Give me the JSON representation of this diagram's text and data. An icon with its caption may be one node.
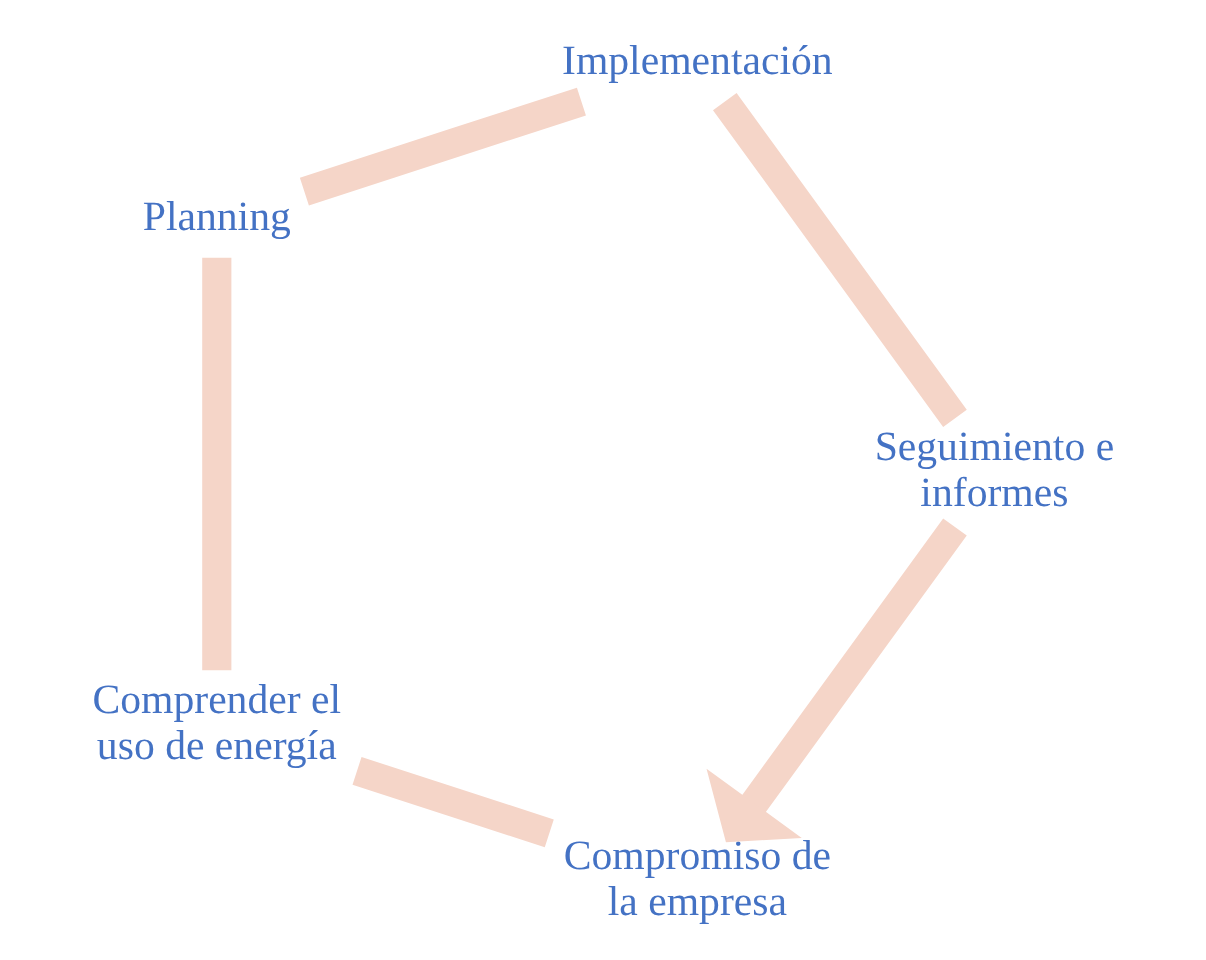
{
  "diagram": {
    "nodes": [
      {
        "text": [
          "Compromiso de la empresa"
        ]
      },
      {
        "text": [
          "Seguimiento e informes"
        ]
      },
      {
        "text": [
          "Comprender el uso de energía"
        ]
      },
      {
        "text": [
          "Implementación"
        ]
      },
      {
        "text": [
          "Planning"
        ]
      }
    ],
    "edges": [
      {
        "from": 0,
        "to": 2,
        "arrow": "none"
      },
      {
        "from": 2,
        "to": 4,
        "arrow": "none"
      },
      {
        "from": 4,
        "to": 3,
        "arrow": "none"
      },
      {
        "from": 3,
        "to": 1,
        "arrow": "none"
      },
      {
        "from": 1,
        "to": 0,
        "arrow": "to"
      }
    ]
  }
}
